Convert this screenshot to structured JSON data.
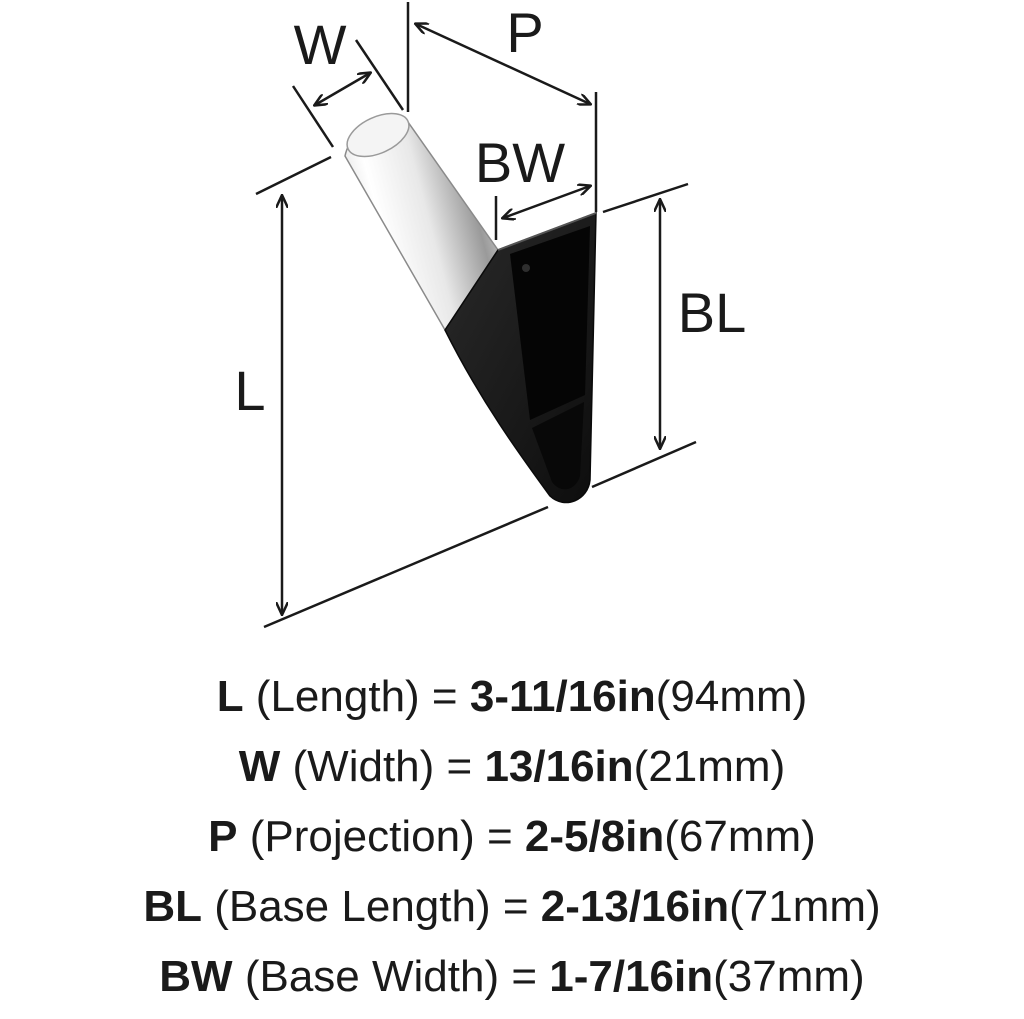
{
  "labels": {
    "w": "W",
    "p": "P",
    "bw": "BW",
    "bl": "BL",
    "l": "L"
  },
  "specs": [
    {
      "symbol": "L",
      "description": " (Length) = ",
      "imperial": "3-11/16in",
      "metric": "(94mm)"
    },
    {
      "symbol": "W",
      "description": " (Width) = ",
      "imperial": "13/16in",
      "metric": "(21mm)"
    },
    {
      "symbol": "P",
      "description": " (Projection) = ",
      "imperial": "2-5/8in",
      "metric": "(67mm)"
    },
    {
      "symbol": "BL",
      "description": " (Base Length) = ",
      "imperial": "2-13/16in",
      "metric": "(71mm)"
    },
    {
      "symbol": "BW",
      "description": " (Base Width) = ",
      "imperial": "1-7/16in",
      "metric": "(37mm)"
    }
  ],
  "colors": {
    "line": "#1a1a1a",
    "base_black": "#141414",
    "chrome_light": "#f2f2f2",
    "chrome_dark": "#9a9a9a"
  }
}
